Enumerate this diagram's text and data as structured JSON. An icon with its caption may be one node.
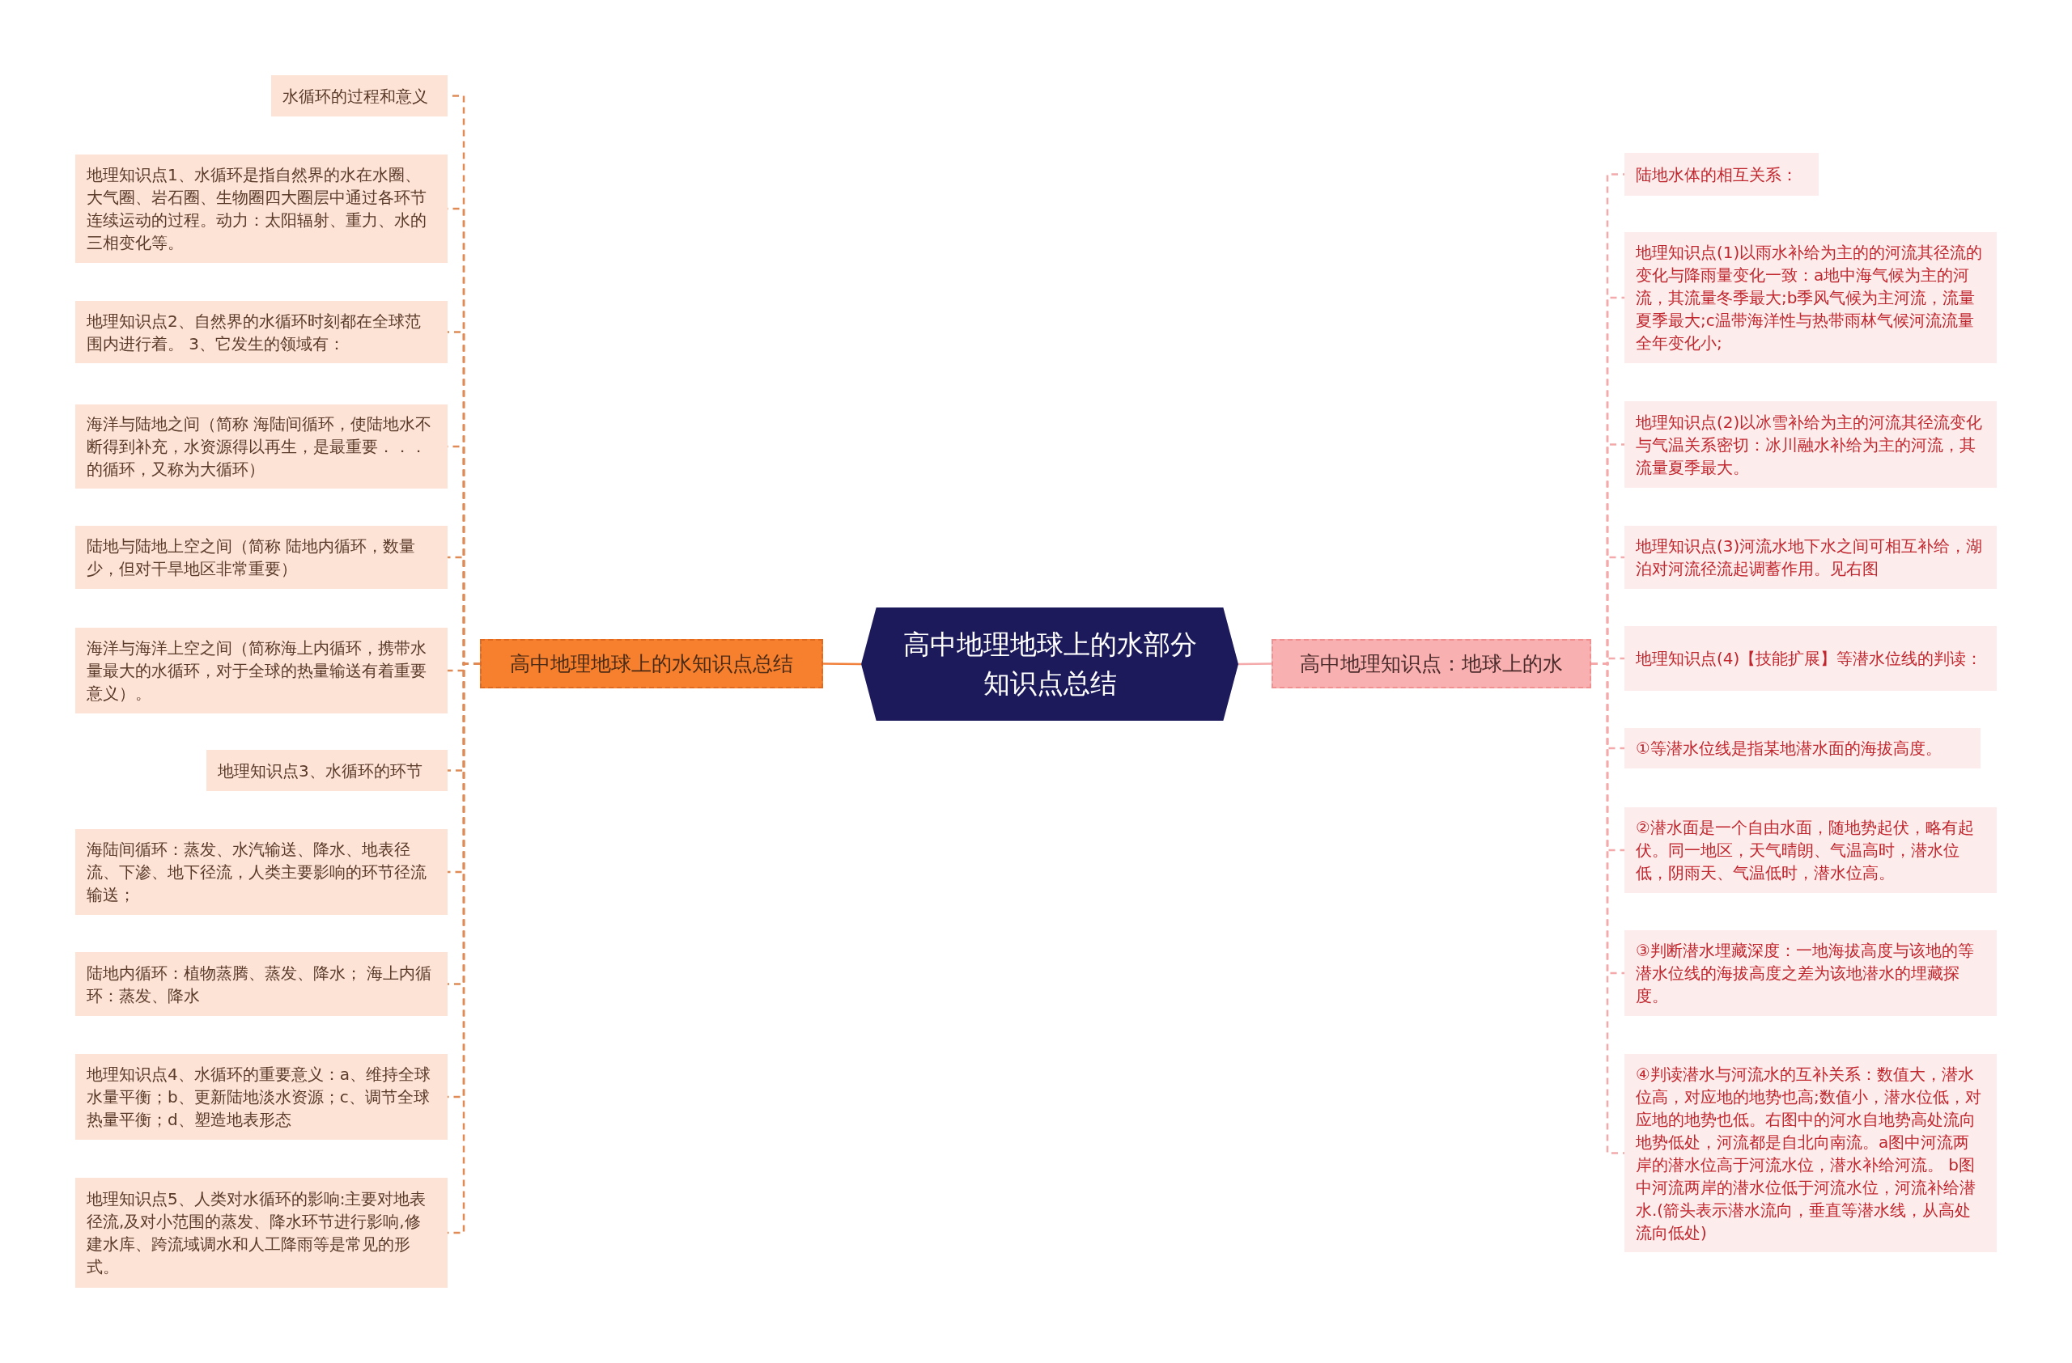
{
  "diagram": {
    "nodes": [
      {
        "text": [
          "高中地理地球上的水部分知识点总结"
        ]
      },
      {
        "text": [
          "高中地理地球上的水知识点总结"
        ]
      },
      {
        "text": [
          "水循环的过程和意义"
        ]
      },
      {
        "text": [
          "地理知识点1、水循环是指自然界的水在水圈、大气圈、岩石圈、生物圈四大圈层中通过各环节连续运动的过程。动力：太阳辐射、重力、水的三相变化等。"
        ]
      },
      {
        "text": [
          "地理知识点2、自然界的水循环时刻都在全球范围内进行着。 3、它发生的领域有："
        ]
      },
      {
        "text": [
          "海洋与陆地之间（简称 海陆间循环，使陆地水不断得到补充，水资源得以再生，是最重要．．．的循环，又称为大循环）"
        ]
      },
      {
        "text": [
          "陆地与陆地上空之间（简称 陆地内循环，数量少，但对干旱地区非常重要）"
        ]
      },
      {
        "text": [
          "海洋与海洋上空之间（简称海上内循环，携带水量最大的水循环，对于全球的热量输送有着重要意义）。"
        ]
      },
      {
        "text": [
          "地理知识点3、水循环的环节"
        ]
      },
      {
        "text": [
          "海陆间循环：蒸发、水汽输送、降水、地表径流、下渗、地下径流，人类主要影响的环节径流输送；"
        ]
      },
      {
        "text": [
          "陆地内循环：植物蒸腾、蒸发、降水； 海上内循环：蒸发、降水"
        ]
      },
      {
        "text": [
          "地理知识点4、水循环的重要意义：a、维持全球水量平衡；b、更新陆地淡水资源；c、调节全球热量平衡；d、塑造地表形态"
        ]
      },
      {
        "text": [
          "地理知识点5、人类对水循环的影响:主要对地表径流,及对小范围的蒸发、降水环节进行影响,修建水库、跨流域调水和人工降雨等是常见的形式。"
        ]
      },
      {
        "text": [
          "高中地理知识点：地球上的水"
        ]
      },
      {
        "text": [
          "陆地水体的相互关系："
        ]
      },
      {
        "text": [
          "地理知识点(1)以雨水补给为主的的河流其径流的变化与降雨量变化一致：a地中海气候为主的河流，其流量冬季最大;b季风气候为主河流，流量夏季最大;c温带海洋性与热带雨林气候河流流量全年变化小;"
        ]
      },
      {
        "text": [
          "地理知识点(2)以冰雪补给为主的河流其径流变化与气温关系密切：冰川融水补给为主的河流，其流量夏季最大。"
        ]
      },
      {
        "text": [
          "地理知识点(3)河流水地下水之间可相互补给，湖泊对河流径流起调蓄作用。见右图"
        ]
      },
      {
        "text": [
          "地理知识点(4)【技能扩展】等潜水位线的判读："
        ]
      },
      {
        "text": [
          "①等潜水位线是指某地潜水面的海拔高度。"
        ]
      },
      {
        "text": [
          "②潜水面是一个自由水面，随地势起伏，略有起伏。同一地区，天气晴朗、气温高时，潜水位低，阴雨天、气温低时，潜水位高。"
        ]
      },
      {
        "text": [
          "③判断潜水埋藏深度：一地海拔高度与该地的等潜水位线的海拔高度之差为该地潜水的埋藏探度。"
        ]
      },
      {
        "text": [
          "④判读潜水与河流水的互补关系：数值大，潜水位高，对应地的地势也高;数值小，潜水位低，对应地的地势也低。右图中的河水自地势高处流向地势低处，河流都是自北向南流。a图中河流两岸的潜水位高于河流水位，潜水补给河流。 b图中河流两岸的潜水位低于河流水位，河流补给潜水.(箭头表示潜水流向，垂直等潜水线，从高处流向低处)"
        ]
      }
    ],
    "edges": [
      {
        "from": 0,
        "to": 1,
        "arrow": "none",
        "color": "#f0803a"
      },
      {
        "from": 1,
        "to": 2,
        "arrow": "none",
        "style": "dashed",
        "color": "#e08a55"
      },
      {
        "from": 1,
        "to": 3,
        "arrow": "none",
        "style": "dashed",
        "color": "#e08a55"
      },
      {
        "from": 1,
        "to": 4,
        "arrow": "none",
        "style": "dashed",
        "color": "#e08a55"
      },
      {
        "from": 1,
        "to": 5,
        "arrow": "none",
        "style": "dashed",
        "color": "#e08a55"
      },
      {
        "from": 1,
        "to": 6,
        "arrow": "none",
        "style": "dashed",
        "color": "#e08a55"
      },
      {
        "from": 1,
        "to": 7,
        "arrow": "none",
        "style": "dashed",
        "color": "#e08a55"
      },
      {
        "from": 1,
        "to": 8,
        "arrow": "none",
        "style": "dashed",
        "color": "#e08a55"
      },
      {
        "from": 1,
        "to": 9,
        "arrow": "none",
        "style": "dashed",
        "color": "#e08a55"
      },
      {
        "from": 1,
        "to": 10,
        "arrow": "none",
        "style": "dashed",
        "color": "#e08a55"
      },
      {
        "from": 1,
        "to": 11,
        "arrow": "none",
        "style": "dashed",
        "color": "#e08a55"
      },
      {
        "from": 1,
        "to": 12,
        "arrow": "none",
        "style": "dashed",
        "color": "#e08a55"
      },
      {
        "from": 0,
        "to": 13,
        "arrow": "none",
        "color": "#f4aaaa"
      },
      {
        "from": 13,
        "to": 14,
        "arrow": "none",
        "style": "dashed",
        "color": "#f4aaaa"
      },
      {
        "from": 13,
        "to": 15,
        "arrow": "none",
        "style": "dashed",
        "color": "#f4aaaa"
      },
      {
        "from": 13,
        "to": 16,
        "arrow": "none",
        "style": "dashed",
        "color": "#f4aaaa"
      },
      {
        "from": 13,
        "to": 17,
        "arrow": "none",
        "style": "dashed",
        "color": "#f4aaaa"
      },
      {
        "from": 13,
        "to": 18,
        "arrow": "none",
        "style": "dashed",
        "color": "#f4aaaa"
      },
      {
        "from": 13,
        "to": 19,
        "arrow": "none",
        "style": "dashed",
        "color": "#f4aaaa"
      },
      {
        "from": 13,
        "to": 20,
        "arrow": "none",
        "style": "dashed",
        "color": "#f4aaaa"
      },
      {
        "from": 13,
        "to": 21,
        "arrow": "none",
        "style": "dashed",
        "color": "#f4aaaa"
      },
      {
        "from": 13,
        "to": 22,
        "arrow": "none",
        "style": "dashed",
        "color": "#f4aaaa"
      }
    ]
  }
}
